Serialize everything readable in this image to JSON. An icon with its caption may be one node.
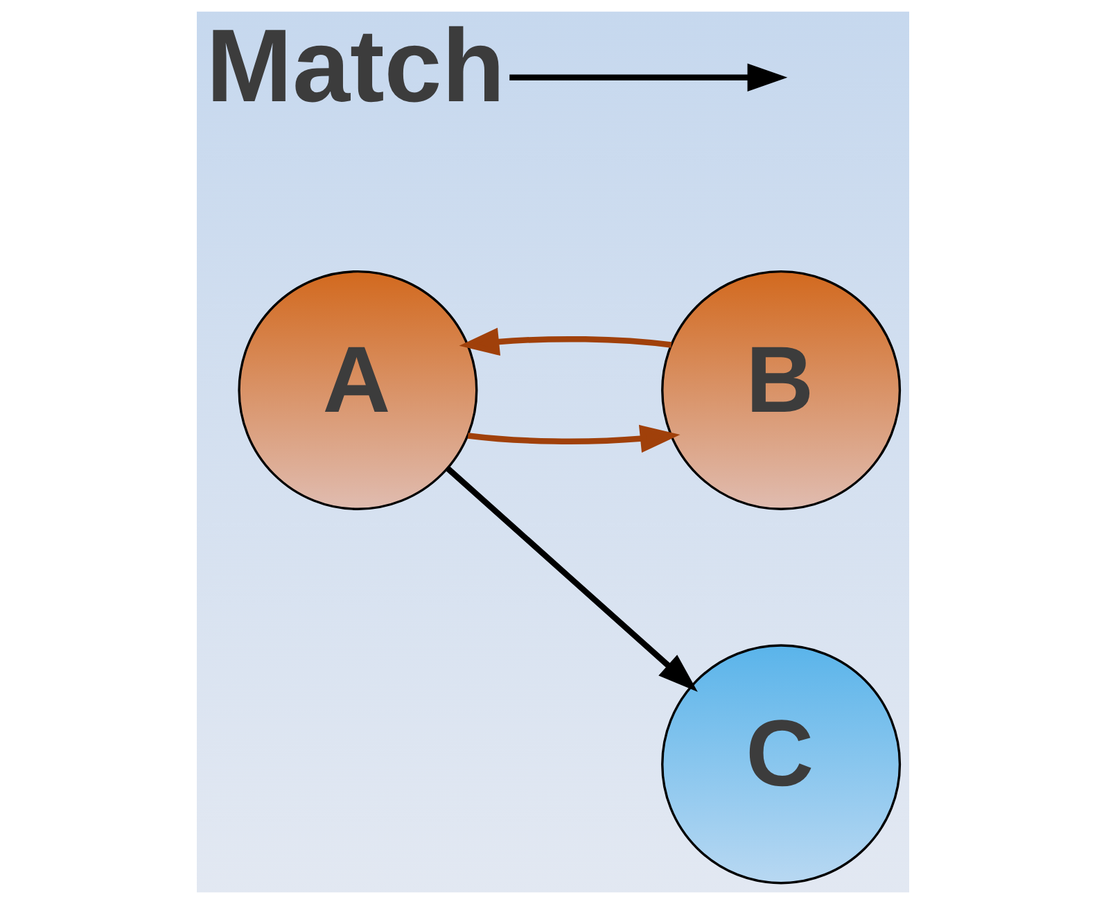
{
  "diagram": {
    "nodes": [
      {
        "text": [
          "A"
        ]
      },
      {
        "text": [
          "B"
        ]
      },
      {
        "text": [
          "C"
        ]
      },
      {
        "text": [
          "Match"
        ]
      }
    ],
    "edges": [
      {
        "from": 1,
        "to": 0,
        "arrow": "to",
        "color": "#a0400a"
      },
      {
        "from": 0,
        "to": 1,
        "arrow": "to",
        "color": "#a0400a"
      },
      {
        "from": 0,
        "to": 2,
        "arrow": "to",
        "color": "#000000"
      },
      {
        "from": 3,
        "to": null,
        "arrow": "to",
        "color": "#000000"
      }
    ]
  }
}
